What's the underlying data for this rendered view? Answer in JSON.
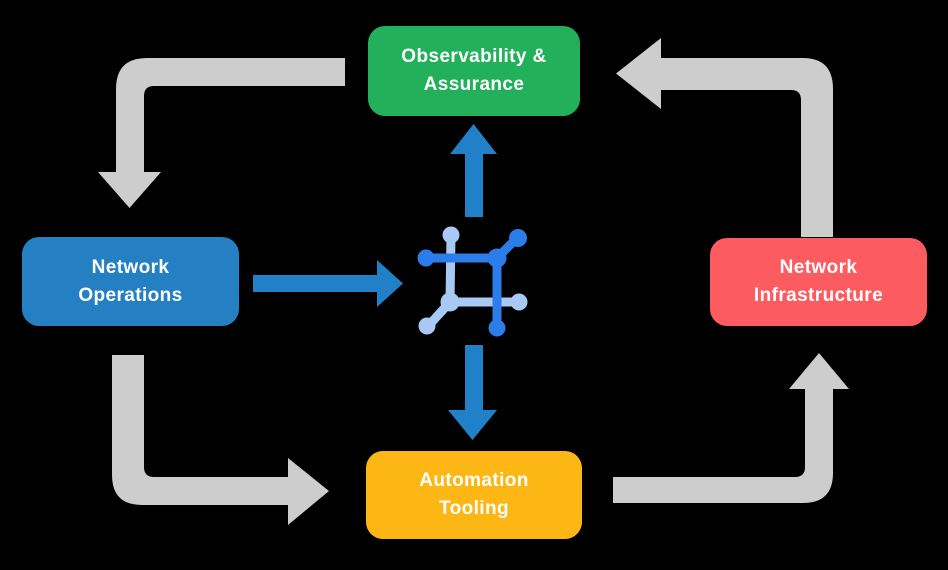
{
  "diagram": {
    "background_color": "#000000",
    "nodes": [
      {
        "id": "observability-assurance",
        "line1": "Observability &",
        "line2": "Assurance",
        "color": "#22B15A",
        "text_color": "#FFFFFF"
      },
      {
        "id": "network-operations",
        "line1": "Network",
        "line2": "Operations",
        "color": "#2480C2",
        "text_color": "#FFFFFF"
      },
      {
        "id": "network-infrastructure",
        "line1": "Network",
        "line2": "Infrastructure",
        "color": "#FC5C5F",
        "text_color": "#FFFFFF"
      },
      {
        "id": "automation-tooling",
        "line1": "Automation",
        "line2": "Tooling",
        "color": "#FDB714",
        "text_color": "#FFFFFF"
      }
    ],
    "center_icon": {
      "name": "network-mesh-icon",
      "dark_color": "#2B7DE9",
      "light_color": "#A9C9F5"
    },
    "arrows": {
      "cycle_color": "#CDCDCD",
      "flow_color": "#2181C8"
    }
  }
}
